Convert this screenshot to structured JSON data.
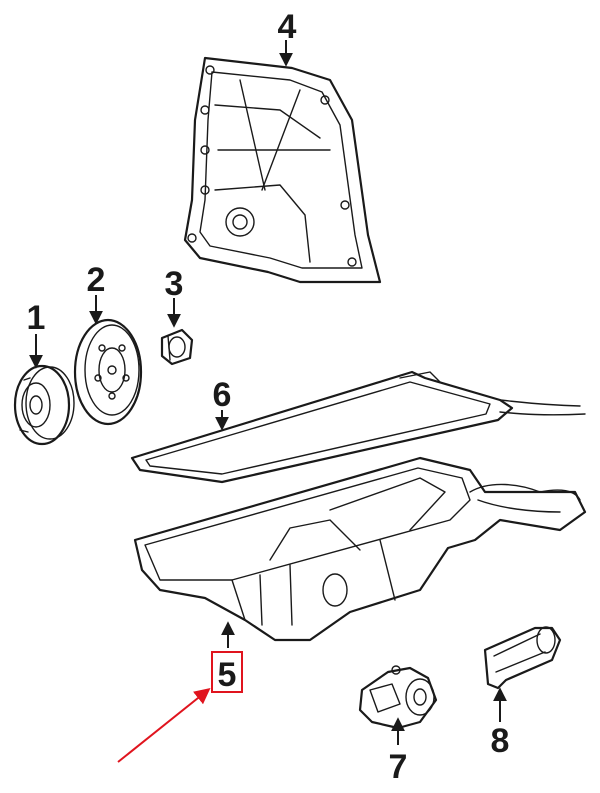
{
  "callouts": {
    "c1": "1",
    "c2": "2",
    "c3": "3",
    "c4": "4",
    "c5": "5",
    "c6": "6",
    "c7": "7",
    "c8": "8"
  },
  "colors": {
    "line": "#1a1a1a",
    "highlight": "#e0141e",
    "background": "#ffffff"
  }
}
